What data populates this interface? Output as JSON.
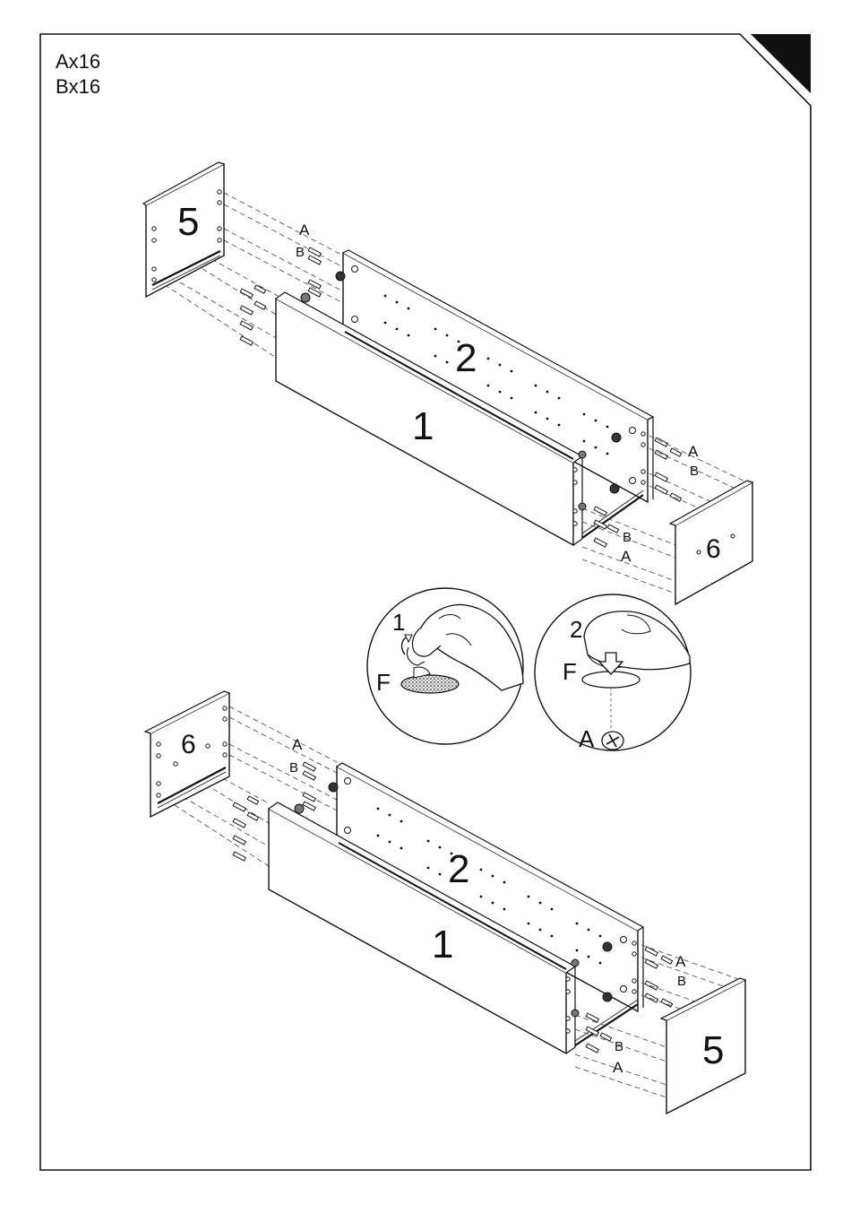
{
  "parts_count": {
    "line1": "Ax16",
    "line2": "Bx16"
  },
  "top_assembly": {
    "left_side_panel": "5",
    "back_panel": "2",
    "front_panel": "1",
    "right_side_panel": "6",
    "dowel_label": "A",
    "cam_label": "B"
  },
  "felt_pad_steps": {
    "step1_number": "1",
    "step1_part": "F",
    "step2_number": "2",
    "step2_part": "F",
    "screw_label": "A"
  },
  "bottom_assembly": {
    "left_side_panel": "6",
    "back_panel": "2",
    "front_panel": "1",
    "right_side_panel": "5",
    "dowel_label": "A",
    "cam_label": "B"
  }
}
